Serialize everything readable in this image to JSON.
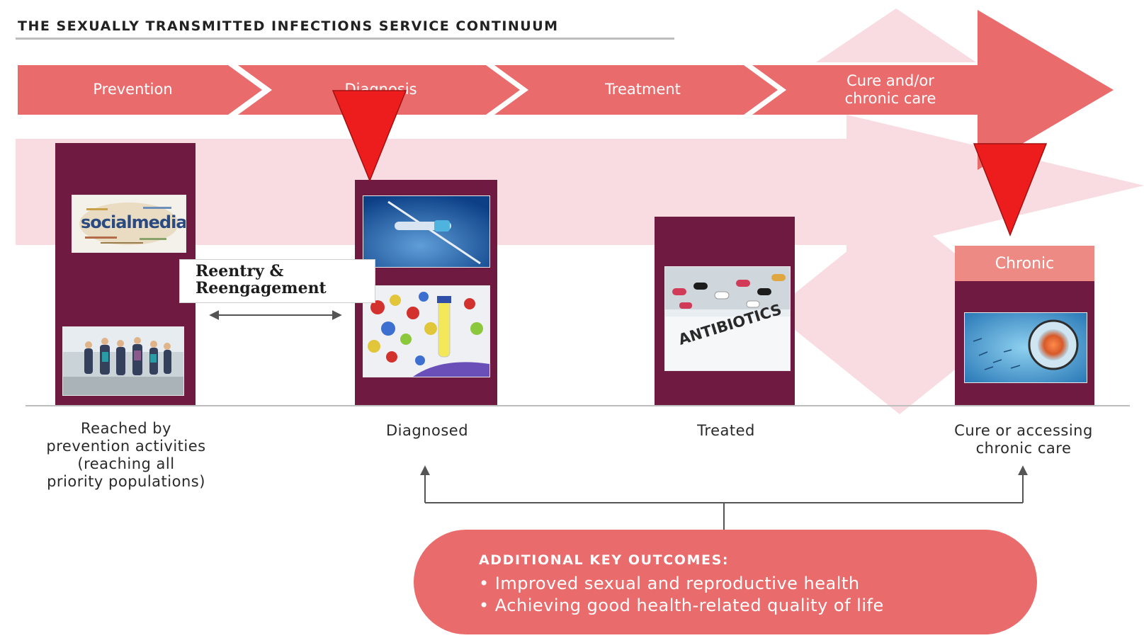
{
  "title": "THE SEXUALLY TRANSMITTED INFECTIONS SERVICE CONTINUUM",
  "stages": [
    {
      "label": "Prevention"
    },
    {
      "label": "Diagnosis"
    },
    {
      "label": "Treatment"
    },
    {
      "label_line1": "Cure and/or",
      "label_line2": "chronic care"
    }
  ],
  "reentry": {
    "line1": "Reentry &",
    "line2": "Reengagement"
  },
  "images": {
    "social_media_word": "socialmedia",
    "antibiotics_word": "ANTIBIOTICS"
  },
  "chronic_tag": "Chronic",
  "captions": {
    "reached": [
      "Reached by",
      "prevention activities",
      "(reaching all",
      "priority populations)"
    ],
    "diagnosed": "Diagnosed",
    "treated": "Treated",
    "cure": [
      "Cure or accessing",
      "chronic care"
    ]
  },
  "outcomes": {
    "heading": "ADDITIONAL KEY OUTCOMES:",
    "items": [
      "• Improved sexual and reproductive health",
      "• Achieving good health-related quality of life"
    ]
  },
  "colors": {
    "stage_arrow": "#ea6b6c",
    "band": "#f8dce1",
    "column": "#6e1a41",
    "marker": "#ee1d1d",
    "chronic_tag": "#ee8a84",
    "outcomes_pill": "#ea6b6c"
  }
}
